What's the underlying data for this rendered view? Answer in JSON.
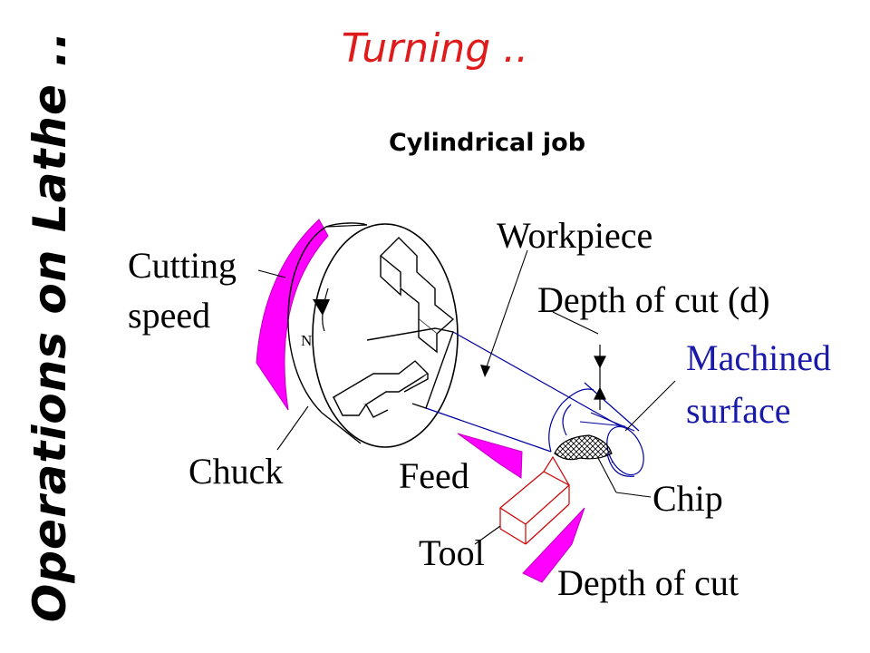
{
  "side_title": "Operations on Lathe ..",
  "title": "Turning ..",
  "subtitle": "Cylindrical job",
  "labels": {
    "cutting_speed_1": "Cutting",
    "cutting_speed_2": "speed",
    "workpiece": "Workpiece",
    "depth_of_cut_d": "Depth of cut (d)",
    "machined_1": "Machined",
    "machined_2": "surface",
    "chuck": "Chuck",
    "feed": "Feed",
    "chip": "Chip",
    "tool": "Tool",
    "depth_of_cut": "Depth of cut",
    "n": "N"
  },
  "colors": {
    "title": "#e01b1b",
    "arrows": "#ff00ff",
    "workpiece": "#0000a0",
    "tool": "#d00000",
    "label_blue": "#1a1aa8"
  }
}
